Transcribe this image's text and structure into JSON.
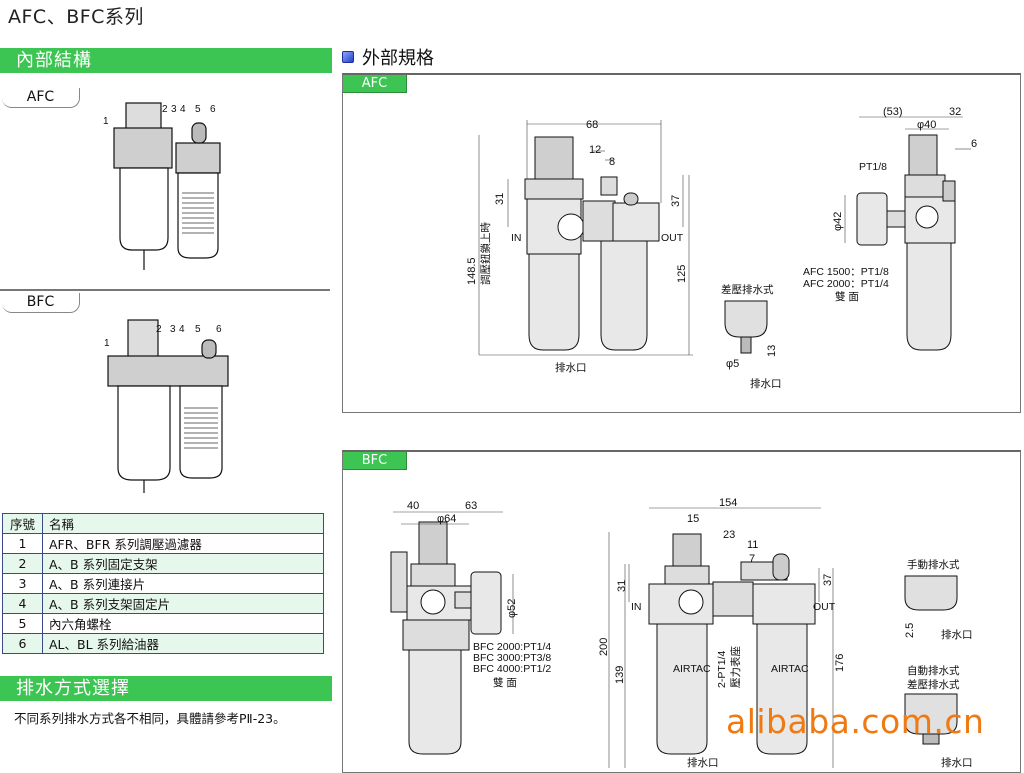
{
  "page_title": "AFC、BFC系列",
  "internal_structure": {
    "heading": "內部結構",
    "variants": [
      {
        "label": "AFC",
        "callouts": [
          "1",
          "2",
          "3",
          "4",
          "5",
          "6"
        ]
      },
      {
        "label": "BFC",
        "callouts": [
          "1",
          "2",
          "3",
          "4",
          "5",
          "6"
        ]
      }
    ]
  },
  "parts_table": {
    "headers": [
      "序號",
      "名稱"
    ],
    "rows": [
      {
        "no": "1",
        "name": "AFR、BFR 系列調壓過濾器"
      },
      {
        "no": "2",
        "name": "A、B 系列固定支架"
      },
      {
        "no": "3",
        "name": "A、B 系列連接片"
      },
      {
        "no": "4",
        "name": "A、B 系列支架固定片"
      },
      {
        "no": "5",
        "name": "內六角螺栓"
      },
      {
        "no": "6",
        "name": "AL、BL 系列給油器"
      }
    ]
  },
  "drain": {
    "heading": "排水方式選擇",
    "note": "不同系列排水方式各不相同，具體請參考PⅡ-23。"
  },
  "external_specs": {
    "heading": "外部規格",
    "icon": "blue-square-icon",
    "afc": {
      "tab": "AFC",
      "front": {
        "width": "68",
        "d12": "12",
        "d8": "8",
        "d31": "31",
        "d37": "37",
        "height_total": "148.5",
        "height_note": "調壓鈕鎖上時",
        "d125": "125",
        "in": "IN",
        "out": "OUT",
        "drain": "排水口"
      },
      "diff_drain": {
        "title": "差壓排水式",
        "d13": "13",
        "phi5": "φ5",
        "drain": "排水口"
      },
      "side": {
        "d53": "(53)",
        "d32": "32",
        "phi40": "φ40",
        "d6": "6",
        "pt18": "PT1/8",
        "phi42": "φ42",
        "ports": [
          "AFC 1500：PT1/8",
          "AFC 2000：PT1/4"
        ],
        "both_sides": "雙 面"
      }
    },
    "bfc": {
      "tab": "BFC",
      "side": {
        "d40": "40",
        "d63": "63",
        "phi64": "φ64",
        "phi52": "φ52",
        "ports": [
          "BFC 2000:PT1/4",
          "BFC 3000:PT3/8",
          "BFC 4000:PT1/2"
        ],
        "both_sides": "雙 面"
      },
      "front": {
        "width": "154",
        "d15": "15",
        "d23": "23",
        "d11": "11",
        "d7": "7",
        "d31": "31",
        "d37": "37",
        "d200": "200",
        "d139": "139",
        "d176": "176",
        "gauge": "2-PT1/4",
        "gauge_note": "壓力表座",
        "in": "IN",
        "out": "OUT",
        "drain": "排水口",
        "brand": "AIRTAC"
      },
      "drain_types": [
        {
          "title": "手動排水式",
          "dim": "2.5",
          "drain": "排水口"
        },
        {
          "title": "自動排水式",
          "title2": "差壓排水式",
          "drain": "排水口"
        }
      ]
    }
  },
  "watermark": "alibaba.com.cn"
}
